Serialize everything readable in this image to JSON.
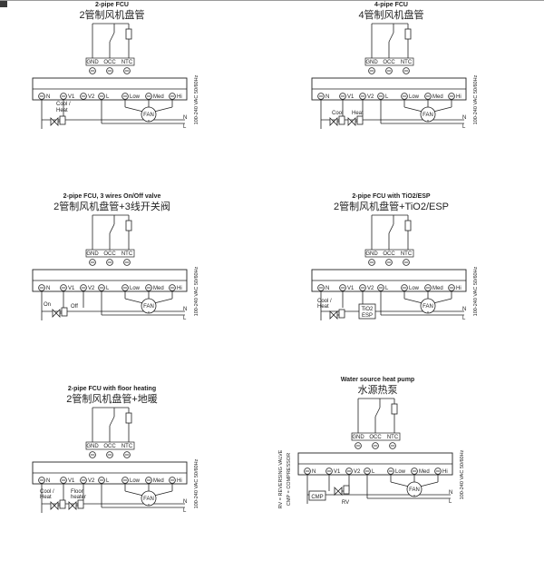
{
  "terminals_top": [
    "GND",
    "OCC",
    "NTC"
  ],
  "terminals_bottom": [
    "N",
    "V1",
    "V2",
    "L",
    "Low",
    "Med",
    "Hi"
  ],
  "fan_label": "FAN",
  "supply_label": "100-240 VAC 50/60Hz",
  "line_labels": {
    "n": "N",
    "l": "L"
  },
  "rv_note": "RV = REVERSING VALVE",
  "cmp_note": "CMP = COMPRESSOR",
  "diagrams": [
    {
      "id": "d1",
      "title_en": "2-pipe FCU",
      "title_cn": "2管制风机盘管",
      "labels": [
        "Cool /",
        "Heat"
      ]
    },
    {
      "id": "d2",
      "title_en": "4-pipe FCU",
      "title_cn": "4管制风机盘管",
      "labels": [
        "Cool",
        "Heat"
      ]
    },
    {
      "id": "d3",
      "title_en": "2-pipe FCU, 3 wires On/Off valve",
      "title_cn": "2管制风机盘管+3线开关阀",
      "labels": [
        "On",
        "Off"
      ]
    },
    {
      "id": "d4",
      "title_en": "2-pipe FCU with TiO2/ESP",
      "title_cn": "2管制风机盘管+TiO2/ESP",
      "labels": [
        "Cool /",
        "Heat",
        "TiO2",
        "ESP"
      ]
    },
    {
      "id": "d5",
      "title_en": "2-pipe FCU with floor heating",
      "title_cn": "2管制风机盘管+地暖",
      "labels": [
        "Cool /",
        "Heat",
        "Floor",
        "heater"
      ]
    },
    {
      "id": "d6",
      "title_en": "Water source heat pump",
      "title_cn": "水源热泵",
      "labels": [
        "CMP",
        "RV"
      ]
    }
  ]
}
